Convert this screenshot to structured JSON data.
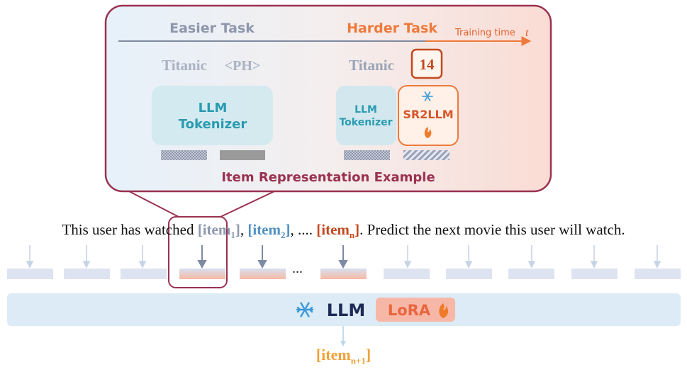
{
  "top_panel": {
    "easier_task": "Easier Task",
    "harder_task": "Harder Task",
    "training_time": "Training time",
    "training_time_var": "t",
    "left_item": "Titanic",
    "left_placeholder": "<PH>",
    "right_item": "Titanic",
    "right_token": "14",
    "left_tokenizer": [
      "LLM",
      "Tokenizer"
    ],
    "right_tokenizer": [
      "LLM",
      "Tokenizer"
    ],
    "sr2llm_label": "SR2LLM",
    "caption": "Item Representation Example"
  },
  "prompt": {
    "prefix": "This user has watched ",
    "item1": "item",
    "item1_sub": "1",
    "item2": "item",
    "item2_sub": "2",
    "middle": ", .... ",
    "itemn": "item",
    "itemn_sub": "n",
    "suffix": ". Predict the next movie this user will watch.",
    "ellipsis": "..."
  },
  "llm_bar": {
    "label": "LLM",
    "lora_label": "LoRA"
  },
  "output": {
    "item": "item",
    "sub": "n+1"
  },
  "colors": {
    "frame": "#9a3150",
    "easier": "#8e97ab",
    "harder": "#ee7a3a",
    "arrow": "#ee7a3a",
    "llm_text": "#1e2a55",
    "token_placeholder": "#dde3f0",
    "llm_bar": "#dcebf5"
  },
  "icons": [
    "snowflake-icon",
    "fire-icon",
    "arrow-icon"
  ]
}
